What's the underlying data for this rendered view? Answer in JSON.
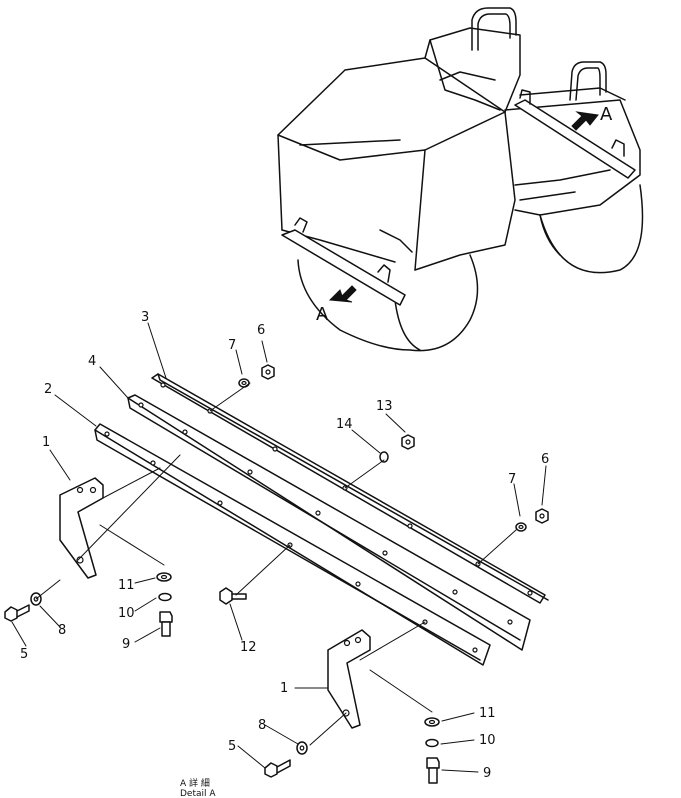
{
  "callouts": {
    "c1a": "1",
    "c1b": "1",
    "c2": "2",
    "c3": "3",
    "c4": "4",
    "c5a": "5",
    "c5b": "5",
    "c6a": "6",
    "c6b": "6",
    "c7a": "7",
    "c7b": "7",
    "c8a": "8",
    "c8b": "8",
    "c9a": "9",
    "c9b": "9",
    "c10a": "10",
    "c10b": "10",
    "c11a": "11",
    "c11b": "11",
    "c12": "12",
    "c13": "13",
    "c14": "14"
  },
  "view_markers": {
    "front": "A",
    "rear": "A"
  },
  "caption": {
    "line1": "A 詳 細",
    "line2": "Detail A"
  }
}
